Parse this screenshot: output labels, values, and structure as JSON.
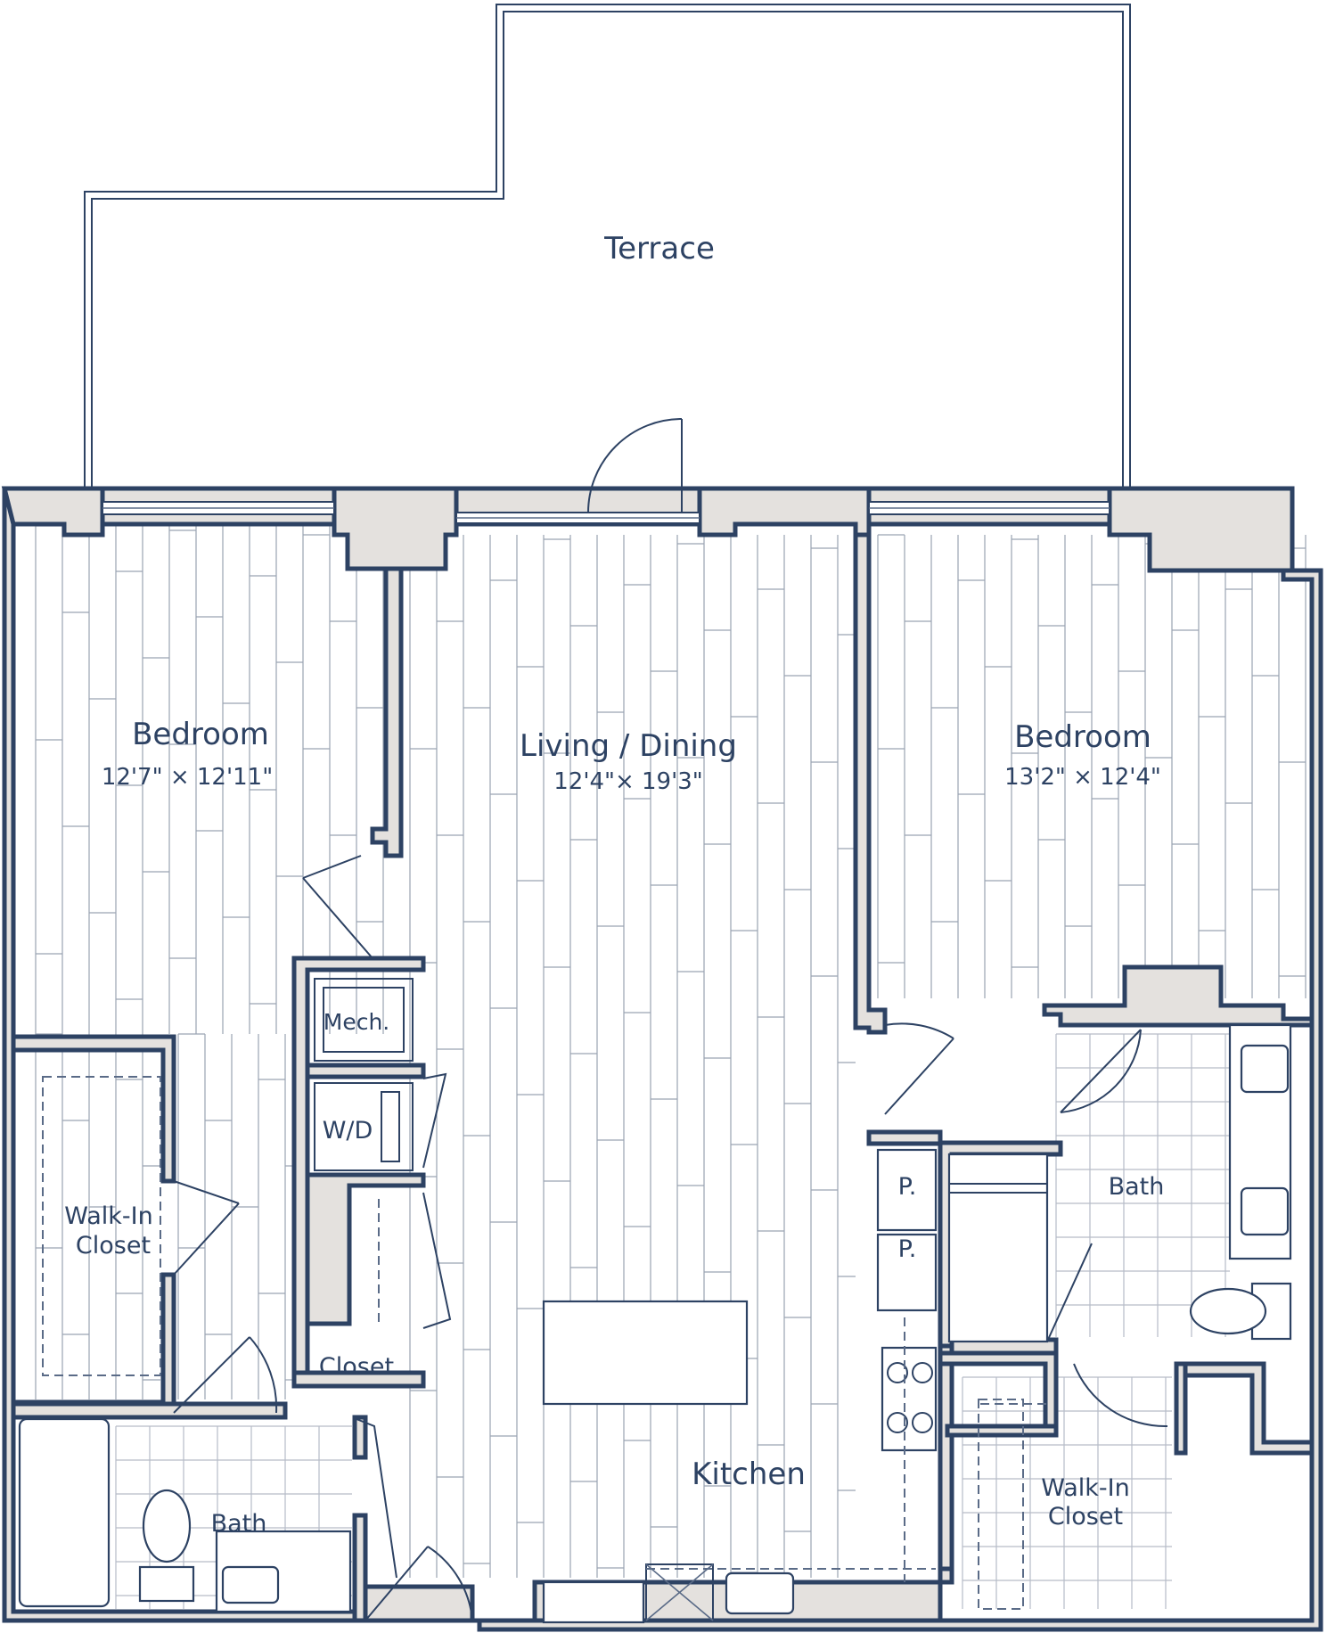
{
  "floorplan": {
    "terrace": {
      "label": "Terrace"
    },
    "bedroom_left": {
      "label": "Bedroom",
      "dims": "12'7\" × 12'11\""
    },
    "living_dining": {
      "label": "Living / Dining",
      "dims": "12'4\"× 19'3\""
    },
    "bedroom_right": {
      "label": "Bedroom",
      "dims": "13'2\" × 12'4\""
    },
    "mech": {
      "label": "Mech."
    },
    "washer_dryer": {
      "label": "W/D"
    },
    "closet": {
      "label": "Closet"
    },
    "walk_in_closet_left": {
      "label_line1": "Walk-In",
      "label_line2": "Closet"
    },
    "walk_in_closet_right": {
      "label_line1": "Walk-In",
      "label_line2": "Closet"
    },
    "bath_left": {
      "label": "Bath"
    },
    "bath_right": {
      "label": "Bath"
    },
    "kitchen": {
      "label": "Kitchen"
    },
    "pantry_1": {
      "label": "P."
    },
    "pantry_2": {
      "label": "P."
    }
  },
  "colors": {
    "wall_fill": "#e4e1de",
    "line": "#2d4263",
    "background": "#ffffff"
  }
}
